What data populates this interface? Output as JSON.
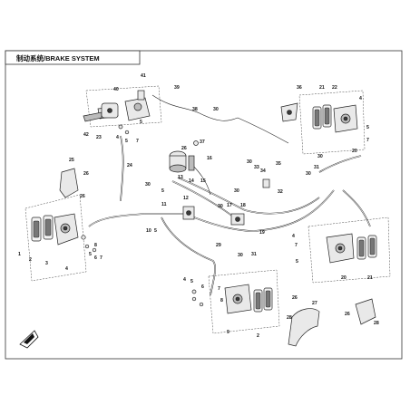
{
  "diagram": {
    "title": "制动系统/BRAKE SYSTEM",
    "labels": [
      {
        "id": "l1",
        "text": "1"
      },
      {
        "id": "l2a",
        "text": "2"
      },
      {
        "id": "l3",
        "text": "3"
      },
      {
        "id": "l4a",
        "text": "4"
      },
      {
        "id": "l5a",
        "text": "5"
      },
      {
        "id": "l6a",
        "text": "6"
      },
      {
        "id": "l7a",
        "text": "7"
      },
      {
        "id": "l8a",
        "text": "8"
      },
      {
        "id": "l42",
        "text": "42"
      },
      {
        "id": "l23",
        "text": "23"
      },
      {
        "id": "l4b",
        "text": "4"
      },
      {
        "id": "l5b",
        "text": "5"
      },
      {
        "id": "l7b",
        "text": "7"
      },
      {
        "id": "l40",
        "text": "40"
      },
      {
        "id": "l41",
        "text": "41"
      },
      {
        "id": "l39",
        "text": "39"
      },
      {
        "id": "l38",
        "text": "38"
      },
      {
        "id": "l30a",
        "text": "30"
      },
      {
        "id": "l5c",
        "text": "5"
      },
      {
        "id": "l24",
        "text": "24"
      },
      {
        "id": "l25",
        "text": "25"
      },
      {
        "id": "l26a",
        "text": "26"
      },
      {
        "id": "l26b",
        "text": "26"
      },
      {
        "id": "l37",
        "text": "37"
      },
      {
        "id": "l26c",
        "text": "26"
      },
      {
        "id": "l13",
        "text": "13"
      },
      {
        "id": "l16",
        "text": "16"
      },
      {
        "id": "l14",
        "text": "14"
      },
      {
        "id": "l15",
        "text": "15"
      },
      {
        "id": "l30b",
        "text": "30"
      },
      {
        "id": "l5d",
        "text": "5"
      },
      {
        "id": "l33",
        "text": "33"
      },
      {
        "id": "l34",
        "text": "34"
      },
      {
        "id": "l35",
        "text": "35"
      },
      {
        "id": "l36",
        "text": "36"
      },
      {
        "id": "l21a",
        "text": "21"
      },
      {
        "id": "l22",
        "text": "22"
      },
      {
        "id": "l4c",
        "text": "4"
      },
      {
        "id": "l5e",
        "text": "5"
      },
      {
        "id": "l7c",
        "text": "7"
      },
      {
        "id": "l20",
        "text": "20"
      },
      {
        "id": "l30c",
        "text": "30"
      },
      {
        "id": "l31a",
        "text": "31"
      },
      {
        "id": "l30d",
        "text": "30"
      },
      {
        "id": "l32",
        "text": "32"
      },
      {
        "id": "l30e",
        "text": "30"
      },
      {
        "id": "l30f",
        "text": "30"
      },
      {
        "id": "l30g",
        "text": "30"
      },
      {
        "id": "l11",
        "text": "11"
      },
      {
        "id": "l12",
        "text": "12"
      },
      {
        "id": "l17",
        "text": "17"
      },
      {
        "id": "l18",
        "text": "18"
      },
      {
        "id": "l19",
        "text": "19"
      },
      {
        "id": "l10",
        "text": "10"
      },
      {
        "id": "l5f",
        "text": "5"
      },
      {
        "id": "l29",
        "text": "29"
      },
      {
        "id": "l31b",
        "text": "31"
      },
      {
        "id": "l30h",
        "text": "30"
      },
      {
        "id": "l4d",
        "text": "4"
      },
      {
        "id": "l5g",
        "text": "5"
      },
      {
        "id": "l6b",
        "text": "6"
      },
      {
        "id": "l7d",
        "text": "7"
      },
      {
        "id": "l8b",
        "text": "8"
      },
      {
        "id": "l9",
        "text": "9"
      },
      {
        "id": "l2b",
        "text": "2"
      },
      {
        "id": "l4e",
        "text": "4"
      },
      {
        "id": "l7e",
        "text": "7"
      },
      {
        "id": "l5h",
        "text": "5"
      },
      {
        "id": "l20b",
        "text": "20"
      },
      {
        "id": "l21b",
        "text": "21"
      },
      {
        "id": "l26d",
        "text": "26"
      },
      {
        "id": "l27",
        "text": "27"
      },
      {
        "id": "l28a",
        "text": "28"
      },
      {
        "id": "l26e",
        "text": "26"
      },
      {
        "id": "l28b",
        "text": "28"
      }
    ],
    "colors": {
      "line": "#222222",
      "part_fill": "#e9e9e9",
      "part_dark": "#bcbcbc",
      "background": "#ffffff"
    },
    "icons": [
      "front-direction-arrow-icon"
    ]
  }
}
